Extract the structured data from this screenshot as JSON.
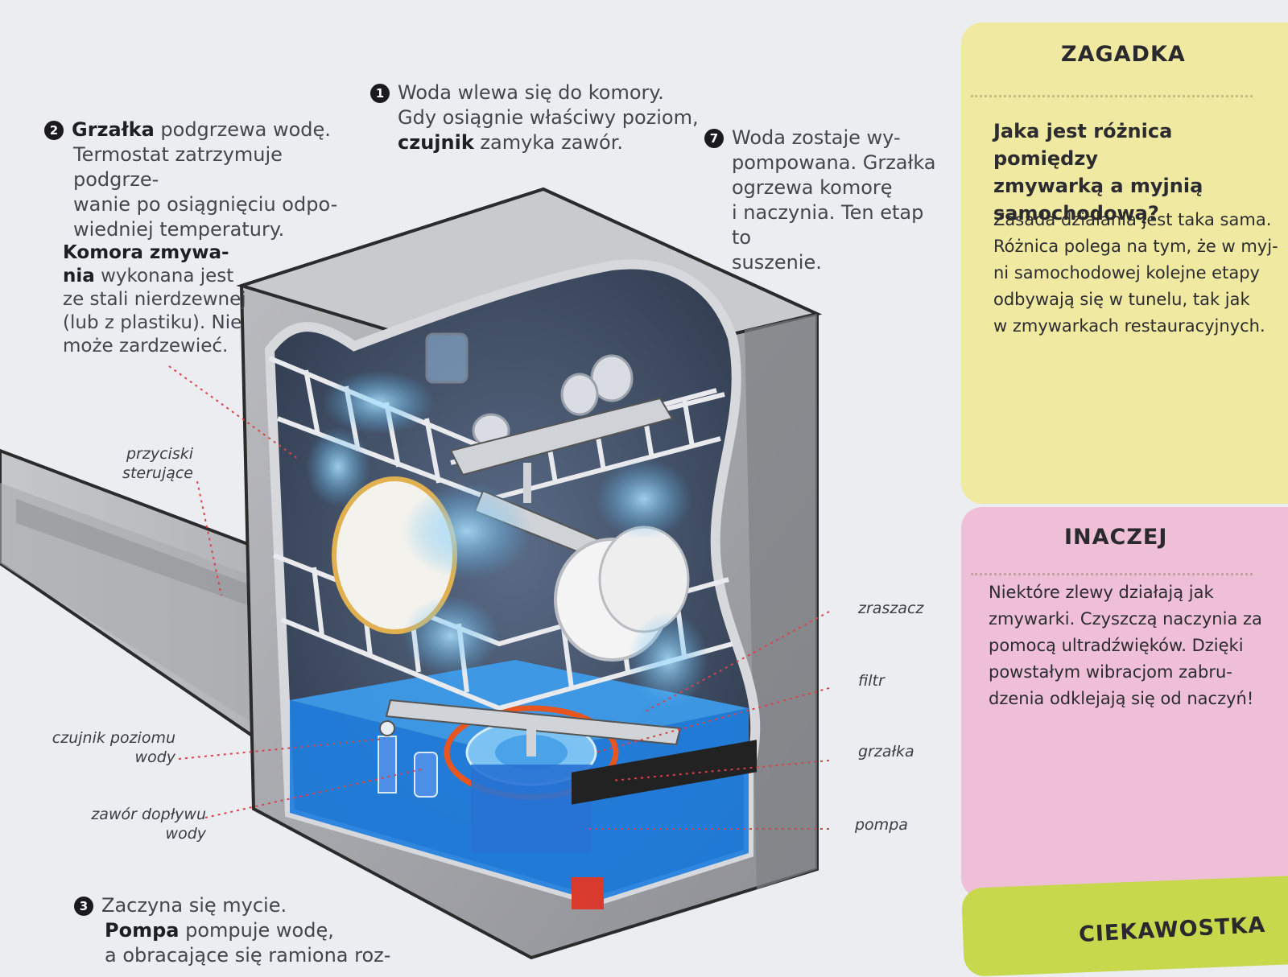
{
  "steps": {
    "s1": {
      "num": "1",
      "lines": [
        "Woda wlewa się do komory.",
        "Gdy osiągnie właściwy poziom,"
      ],
      "bold": "czujnik",
      "tail": " zamyka zawór."
    },
    "s2": {
      "num": "2",
      "bold": "Grzałka",
      "head": " podgrzewa wodę.",
      "lines": [
        "Termostat zatrzymuje podgrze-",
        "wanie po osiągnięciu odpo-",
        "wiedniej temperatury."
      ]
    },
    "s3": {
      "num": "3",
      "head": "Zaczyna się mycie.",
      "bold": "Pompa",
      "tail": " pompuje wodę,",
      "line3": "a obracające się ramiona roz-"
    },
    "s7": {
      "num": "7",
      "lines": [
        "Woda zostaje wy-",
        "pompowana. Grzałka",
        "ogrzewa komorę",
        "i naczynia. Ten etap to",
        "suszenie."
      ]
    }
  },
  "chamber_note": {
    "bold1": "Komora zmywa-",
    "bold2": "nia",
    "rest2": " wykonana jest",
    "lines": [
      "ze stali nierdzewnej",
      "(lub z plastiku). Nie",
      "może zardzewieć."
    ]
  },
  "labels": {
    "buttons": [
      "przyciski",
      "sterujące"
    ],
    "level_sensor": [
      "czujnik poziomu",
      "wody"
    ],
    "inlet_valve": [
      "zawór dopływu",
      "wody"
    ],
    "sprayer": "zraszacz",
    "filter": "filtr",
    "heater": "grzałka",
    "pump": "pompa"
  },
  "zagadka": {
    "title": "ZAGADKA",
    "question": [
      "Jaka jest różnica pomiędzy",
      "zmywarką a myjnią",
      "samochodową?"
    ],
    "answer": [
      "Zasada działania jest taka sama.",
      "Różnica polega na tym, że w myj-",
      "ni samochodowej kolejne etapy",
      "odbywają się w tunelu, tak jak",
      "w zmywarkach restauracyjnych."
    ]
  },
  "inaczej": {
    "title": "INACZEJ",
    "text": [
      "Niektóre zlewy działają jak",
      "zmywarki. Czyszczą naczynia za",
      "pomocą ultradźwięków. Dzięki",
      "powstałym wibracjom zabru-",
      "dzenia odklejają się od naczyń!"
    ]
  },
  "ciekawostka": {
    "title": "CIEKAWOSTKA"
  },
  "colors": {
    "water": "#1f7fe0",
    "heater": "#e8561f",
    "yellow_panel": "#efe9a2",
    "pink_panel": "#eebfd7",
    "green_panel": "#c7d84d",
    "leader": "#d9434a"
  }
}
